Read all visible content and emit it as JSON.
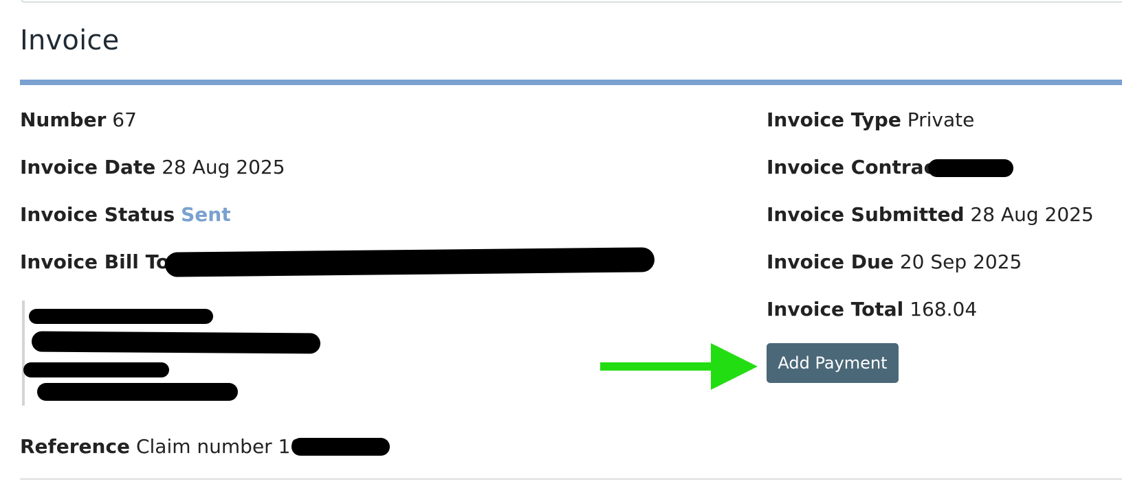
{
  "page": {
    "title": "Invoice"
  },
  "left_fields": {
    "number": {
      "label": "Number",
      "value": "67"
    },
    "invoice_date": {
      "label": "Invoice Date",
      "value": "28 Aug 2025"
    },
    "invoice_status": {
      "label": "Invoice Status",
      "value": "Sent"
    },
    "invoice_bill_to": {
      "label": "Invoice Bill To",
      "value": ""
    },
    "reference": {
      "label": "Reference",
      "value": "Claim number 100"
    }
  },
  "right_fields": {
    "invoice_type": {
      "label": "Invoice Type",
      "value": "Private"
    },
    "invoice_contract": {
      "label": "Invoice Contract",
      "value": ""
    },
    "invoice_submitted": {
      "label": "Invoice Submitted",
      "value": "28 Aug 2025"
    },
    "invoice_due": {
      "label": "Invoice Due",
      "value": "20 Sep 2025"
    },
    "invoice_total": {
      "label": "Invoice Total",
      "value": "168.04"
    }
  },
  "address": {
    "lines": [
      "",
      "",
      "",
      ""
    ]
  },
  "actions": {
    "add_payment_label": "Add Payment"
  },
  "colors": {
    "status_sent": "#7aa1cf",
    "title_rule": "#7aa1cf",
    "add_payment_button": "#4b6878",
    "annotation_arrow": "#22dd11",
    "redaction": "#000000"
  }
}
